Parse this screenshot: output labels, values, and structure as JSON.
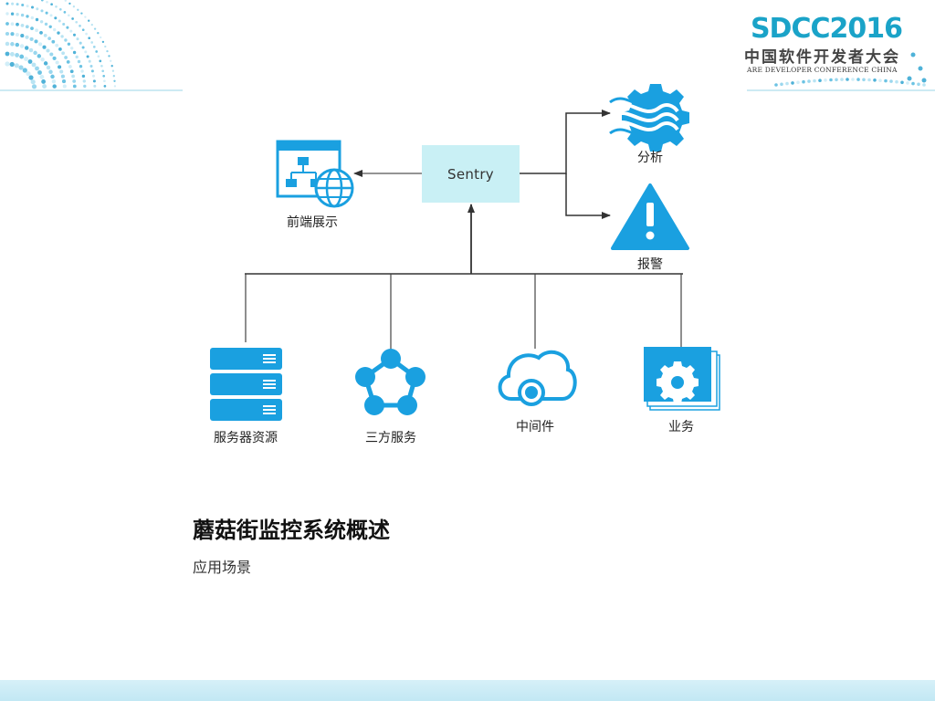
{
  "brand": {
    "title": "SDCC2016",
    "subtitle": "中国软件开发者大会",
    "english": "ARE DEVELOPER CONFERENCE CHINA"
  },
  "diagram": {
    "center": "Sentry",
    "frontend_label": "前端展示",
    "analysis_label": "分析",
    "alert_label": "报警",
    "sources": [
      {
        "label": "服务器资源",
        "icon": "server-stack-icon"
      },
      {
        "label": "三方服务",
        "icon": "network-nodes-icon"
      },
      {
        "label": "中间件",
        "icon": "cloud-icon"
      },
      {
        "label": "业务",
        "icon": "gear-cards-icon"
      }
    ]
  },
  "slide": {
    "title": "蘑菇街监控系统概述",
    "subtitle": "应用场景"
  },
  "colors": {
    "icon_blue": "#1aa0e0",
    "sentry_fill": "#c9f0f5",
    "brand_cyan": "#1aa3c8",
    "bottom_bar": "#c2e8f4"
  }
}
